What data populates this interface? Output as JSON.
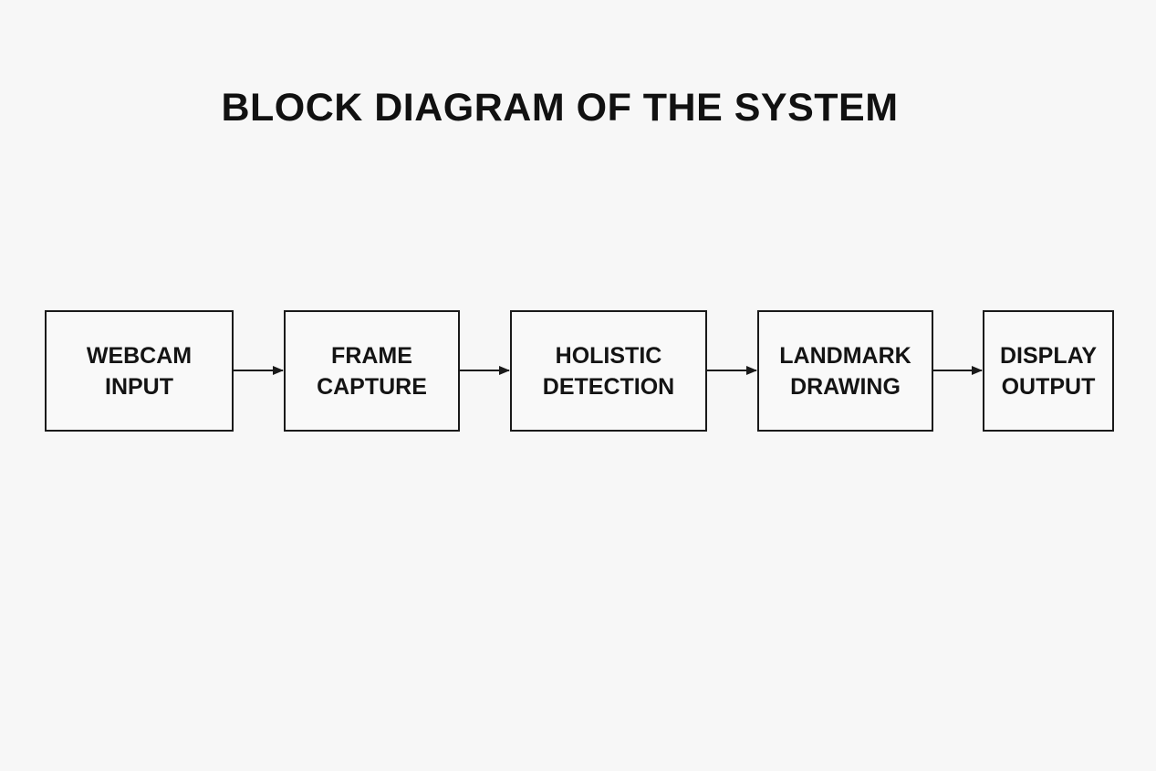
{
  "title": "BLOCK DIAGRAM OF THE SYSTEM",
  "blocks": [
    {
      "line1": "WEBCAM",
      "line2": "INPUT"
    },
    {
      "line1": "FRAME",
      "line2": "CAPTURE"
    },
    {
      "line1": "HOLISTIC",
      "line2": "DETECTION"
    },
    {
      "line1": "LANDMARK",
      "line2": "DRAWING"
    },
    {
      "line1": "DISPLAY",
      "line2": "OUTPUT"
    }
  ],
  "colors": {
    "background": "#f7f7f7",
    "stroke": "#1a1a1a",
    "text": "#141414"
  }
}
